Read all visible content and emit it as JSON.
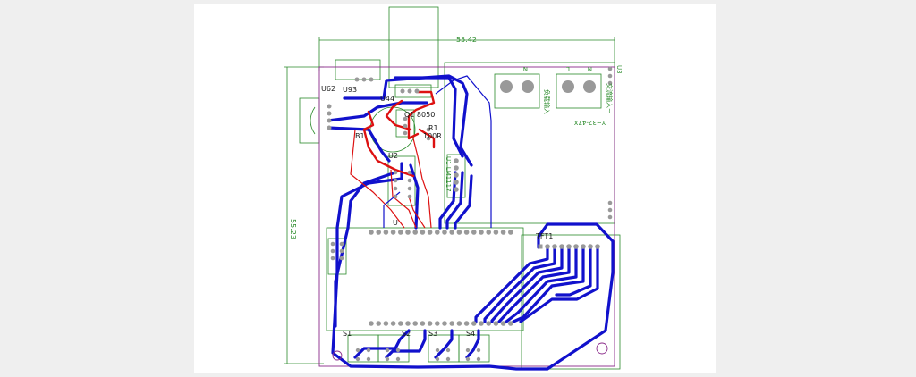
{
  "viewer": {
    "background": "#efefef",
    "sheet": "#ffffff"
  },
  "colors": {
    "top_copper": "#dd1111",
    "bottom_copper": "#1111cc",
    "silkscreen": "#2a8a2a",
    "outline": "#8a2a8a",
    "pad": "#999999"
  },
  "dimensions": {
    "width": "55.42",
    "height": "55.23"
  },
  "components": {
    "u62": "U62",
    "u93": "U93",
    "u44": "U44",
    "q1": "Q1 8050",
    "r1": "R1",
    "r1_value": "100R",
    "b1": "B1",
    "u2": "U2",
    "u": "U",
    "u1": "U1 LM1117",
    "tft": "TFT1",
    "u3": "U3",
    "s1": "S1",
    "s2": "S2",
    "s3": "S3",
    "s4": "S4",
    "pin_n1": "N",
    "pin_l": "L",
    "pin_n2": "N",
    "load_text": "负载输入",
    "power_text": "交流输入~",
    "voltage_text": "Y~32-47X"
  }
}
